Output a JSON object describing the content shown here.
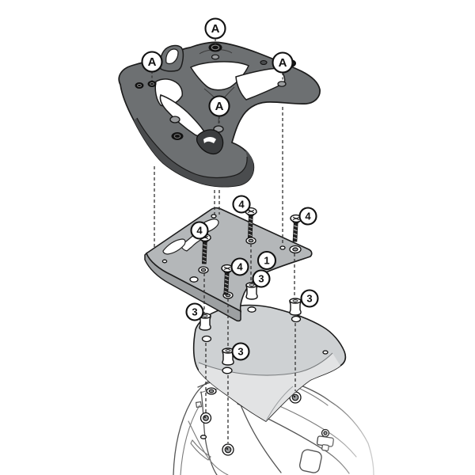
{
  "figure": {
    "kind": "exploded-assembly-diagram"
  },
  "callouts": {
    "rack_mount_points": [
      {
        "label": "A"
      },
      {
        "label": "A"
      },
      {
        "label": "A"
      },
      {
        "label": "A"
      }
    ],
    "mounting_plate": {
      "label": "1"
    },
    "spacers": [
      {
        "label": "3"
      },
      {
        "label": "3"
      },
      {
        "label": "3"
      },
      {
        "label": "3"
      }
    ],
    "screws": [
      {
        "label": "4"
      },
      {
        "label": "4"
      },
      {
        "label": "4"
      },
      {
        "label": "4"
      }
    ]
  },
  "colors": {
    "background": "#ffffff",
    "outline": "#1c1c1c",
    "rack_top": "#6d7072",
    "rack_side": "#4a4c4e",
    "rack_black_detail": "#111111",
    "plate_top": "#b4b7b9",
    "plate_flange": "#9da0a2",
    "cover_top": "#ced1d3",
    "cover_front": "#e2e3e4",
    "tail_line": "#555555",
    "guide_line": "#333333",
    "hardware_fill": "#ffffff",
    "screw_shank": "#222222",
    "hole_fill": "#9a9c9e"
  }
}
